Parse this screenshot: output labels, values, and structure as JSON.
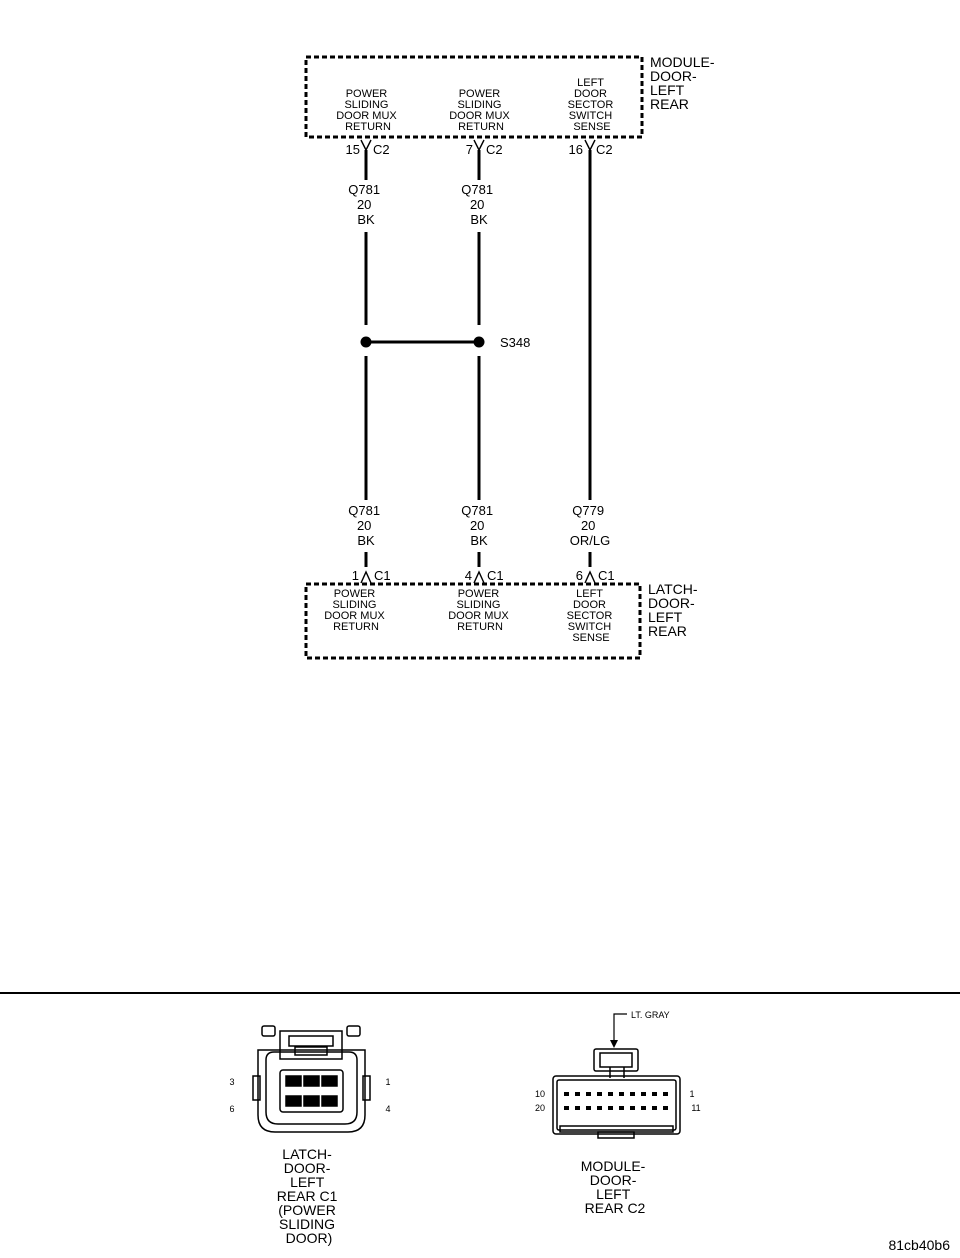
{
  "top_module": {
    "name_lines": [
      "MODULE-",
      "DOOR-",
      "LEFT",
      "REAR"
    ],
    "pins": [
      {
        "func_lines": [
          "POWER",
          "SLIDING",
          "DOOR MUX",
          "RETURN"
        ],
        "pin": "15",
        "connector": "C2"
      },
      {
        "func_lines": [
          "POWER",
          "SLIDING",
          "DOOR MUX",
          "RETURN"
        ],
        "pin": "7",
        "connector": "C2"
      },
      {
        "func_lines": [
          "LEFT",
          "DOOR",
          "SECTOR",
          "SWITCH",
          "SENSE"
        ],
        "pin": "16",
        "connector": "C2"
      }
    ]
  },
  "wires_upper": [
    {
      "circuit": "Q781",
      "gauge": "20",
      "color": "BK"
    },
    {
      "circuit": "Q781",
      "gauge": "20",
      "color": "BK"
    }
  ],
  "splice": {
    "label": "S348"
  },
  "wires_lower": [
    {
      "circuit": "Q781",
      "gauge": "20",
      "color": "BK"
    },
    {
      "circuit": "Q781",
      "gauge": "20",
      "color": "BK"
    },
    {
      "circuit": "Q779",
      "gauge": "20",
      "color": "OR/LG"
    }
  ],
  "bottom_module": {
    "name_lines": [
      "LATCH-",
      "DOOR-",
      "LEFT",
      "REAR"
    ],
    "pins": [
      {
        "func_lines": [
          "POWER",
          "SLIDING",
          "DOOR MUX",
          "RETURN"
        ],
        "pin": "1",
        "connector": "C1"
      },
      {
        "func_lines": [
          "POWER",
          "SLIDING",
          "DOOR MUX",
          "RETURN"
        ],
        "pin": "4",
        "connector": "C1"
      },
      {
        "func_lines": [
          "LEFT",
          "DOOR",
          "SECTOR",
          "SWITCH",
          "SENSE"
        ],
        "pin": "6",
        "connector": "C1"
      }
    ]
  },
  "connector_c1": {
    "pin_labels": {
      "tl": "3",
      "bl": "6",
      "tr": "1",
      "br": "4"
    },
    "caption_lines": [
      "LATCH-",
      "DOOR-",
      "LEFT",
      "REAR C1",
      "(POWER",
      "SLIDING",
      "DOOR)"
    ]
  },
  "connector_c2": {
    "color_label": "LT. GRAY",
    "pin_labels": {
      "tl": "10",
      "bl": "20",
      "tr": "1",
      "br": "11"
    },
    "caption_lines": [
      "MODULE-",
      "DOOR-",
      "LEFT",
      "REAR C2"
    ]
  },
  "figure_id": "81cb40b6"
}
